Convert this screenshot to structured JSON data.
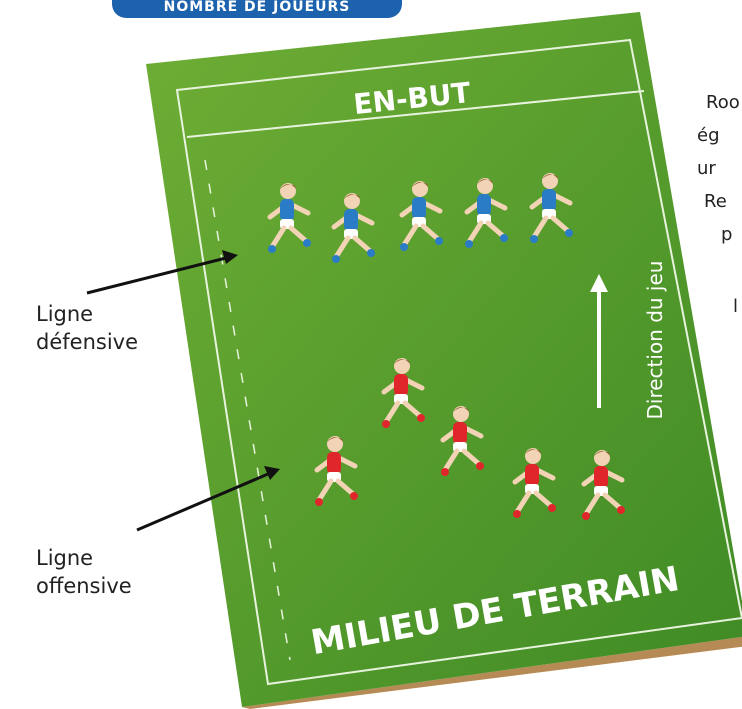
{
  "header": {
    "banner_text": "NOMBRE DE JOUEURS"
  },
  "field": {
    "endzone_label": "EN-BUT",
    "midfield_label": "MILIEU DE TERRAIN",
    "direction_label": "Direction du jeu",
    "colors": {
      "grass": "#4e9a2d",
      "grass_light": "#7cb83c",
      "edge": "#c9a06a",
      "line": "#e8f3dd"
    }
  },
  "labels": {
    "defensive": [
      "Ligne",
      "défensive"
    ],
    "offensive": [
      "Ligne",
      "offensive"
    ]
  },
  "right_text_fragments": [
    "Roo",
    "ég",
    "ur",
    "Re",
    "p",
    "l"
  ],
  "teams": {
    "defense": {
      "color": "#2a7cc7",
      "players": 5
    },
    "offense": {
      "color": "#e0262b",
      "players": 5
    }
  }
}
